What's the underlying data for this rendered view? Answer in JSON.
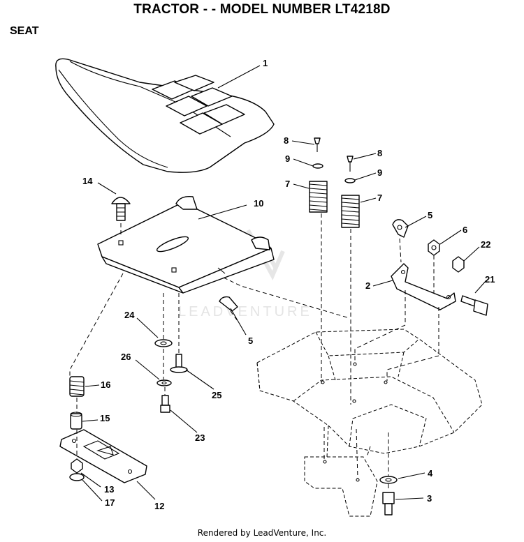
{
  "title": "TRACTOR - - MODEL NUMBER LT4218D",
  "section": "SEAT",
  "footer": "Rendered by LeadVenture, Inc.",
  "watermark": "LEADVENTURE",
  "callouts": {
    "p1": "1",
    "p2": "2",
    "p3": "3",
    "p4": "4",
    "p5a": "5",
    "p5b": "5",
    "p6": "6",
    "p7a": "7",
    "p7b": "7",
    "p8a": "8",
    "p8b": "8",
    "p9a": "9",
    "p9b": "9",
    "p10": "10",
    "p12": "12",
    "p13": "13",
    "p14": "14",
    "p15": "15",
    "p16": "16",
    "p17": "17",
    "p21": "21",
    "p22": "22",
    "p23": "23",
    "p24": "24",
    "p25": "25",
    "p26": "26"
  }
}
